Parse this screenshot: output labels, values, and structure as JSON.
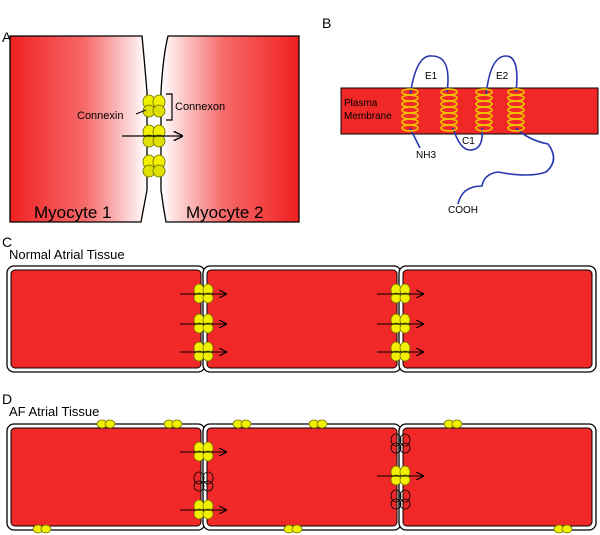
{
  "panels": {
    "A": {
      "letter": "A",
      "connexin_label": "Connexin",
      "connexon_label": "Connexon",
      "myocyte1_label": "Myocyte 1",
      "myocyte2_label": "Myocyte 2"
    },
    "B": {
      "letter": "B",
      "membrane_label_1": "Plasma",
      "membrane_label_2": "Membrane",
      "e1_label": "E1",
      "e2_label": "E2",
      "c1_label": "C1",
      "n_terminus_label": "NH3",
      "c_terminus_label": "COOH"
    },
    "C": {
      "letter": "C",
      "title": "Normal Atrial Tissue"
    },
    "D": {
      "letter": "D",
      "title": "AF Atrial Tissue"
    }
  },
  "colors": {
    "cell_red": "#f02828",
    "connexin_yellow": "#f0f000",
    "loop_blue": "#2838b0",
    "helix_yellow": "#f0c000"
  },
  "icons": [
    "connexin-icon",
    "arrow-icon",
    "helix-icon"
  ]
}
